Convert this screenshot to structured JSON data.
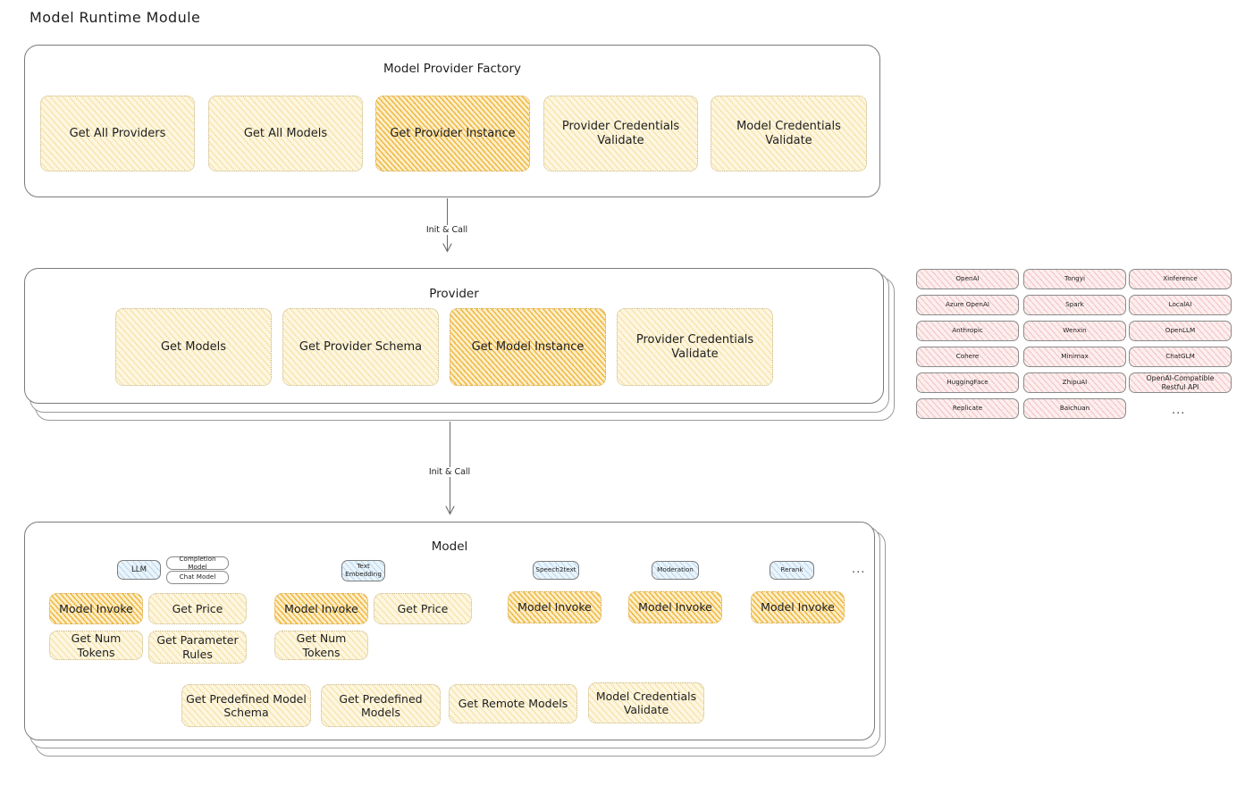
{
  "page": {
    "title": "Model Runtime Module"
  },
  "colors": {
    "highlight_fill": "#f0c962",
    "node_fill": "#fdf6e0",
    "provider_chip_fill": "#fdeeee",
    "model_badge_fill": "#eaf4fb",
    "stroke": "#7b7b7b",
    "text": "#1e1e1e"
  },
  "factory": {
    "title": "Model Provider Factory",
    "nodes": [
      {
        "label": "Get All Providers",
        "highlighted": false
      },
      {
        "label": "Get All Models",
        "highlighted": false
      },
      {
        "label": "Get Provider Instance",
        "highlighted": true
      },
      {
        "label": "Provider Credentials Validate",
        "highlighted": false
      },
      {
        "label": "Model Credentials Validate",
        "highlighted": false
      }
    ]
  },
  "arrows": [
    {
      "label": "Init & Call"
    },
    {
      "label": "Init & Call"
    }
  ],
  "provider": {
    "title": "Provider",
    "nodes": [
      {
        "label": "Get Models",
        "highlighted": false
      },
      {
        "label": "Get Provider Schema",
        "highlighted": false
      },
      {
        "label": "Get Model Instance",
        "highlighted": true
      },
      {
        "label": "Provider Credentials Validate",
        "highlighted": false
      }
    ]
  },
  "provider_list": {
    "ellipsis": "...",
    "columns": [
      [
        "OpenAI",
        "Azure OpenAI",
        "Anthropic",
        "Cohere",
        "HuggingFace",
        "Replicate"
      ],
      [
        "Tongyi",
        "Spark",
        "Wenxin",
        "Minimax",
        "ZhipuAI",
        "Baichuan"
      ],
      [
        "Xinference",
        "LocalAI",
        "OpenLLM",
        "ChatGLM",
        "OpenAI-Compatible Restful API"
      ]
    ]
  },
  "model": {
    "title": "Model",
    "ellipsis": "...",
    "types": [
      {
        "badge": "LLM",
        "sub_badges": [
          "Completion Model",
          "Chat Model"
        ],
        "ops": [
          {
            "label": "Model Invoke",
            "highlighted": true
          },
          {
            "label": "Get Price",
            "highlighted": false
          },
          {
            "label": "Get Num Tokens",
            "highlighted": false
          },
          {
            "label": "Get Parameter Rules",
            "highlighted": false
          }
        ]
      },
      {
        "badge": "Text Embedding",
        "sub_badges": [],
        "ops": [
          {
            "label": "Model Invoke",
            "highlighted": true
          },
          {
            "label": "Get Price",
            "highlighted": false
          },
          {
            "label": "Get Num Tokens",
            "highlighted": false
          }
        ]
      },
      {
        "badge": "Speech2text",
        "sub_badges": [],
        "ops": [
          {
            "label": "Model Invoke",
            "highlighted": true
          }
        ]
      },
      {
        "badge": "Moderation",
        "sub_badges": [],
        "ops": [
          {
            "label": "Model Invoke",
            "highlighted": true
          }
        ]
      },
      {
        "badge": "Rerank",
        "sub_badges": [],
        "ops": [
          {
            "label": "Model Invoke",
            "highlighted": true
          }
        ]
      }
    ],
    "common_ops": [
      "Get Predefined Model Schema",
      "Get Predefined Models",
      "Get Remote Models",
      "Model Credentials Validate"
    ]
  }
}
